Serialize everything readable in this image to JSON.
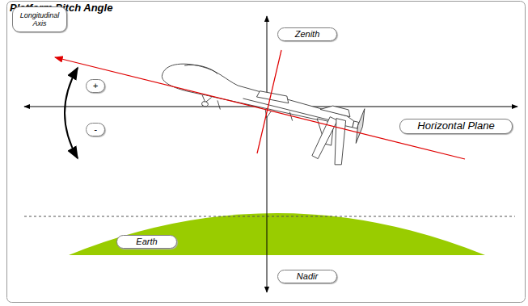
{
  "diagram": {
    "title": "Platform Pitch Angle",
    "nodes": [
      {
        "text": [
          "Longitudinal Axis"
        ]
      },
      {
        "text": [
          "Zenith"
        ]
      },
      {
        "text": [
          "+"
        ]
      },
      {
        "text": [
          "-"
        ]
      },
      {
        "text": [
          "Horizontal Plane"
        ]
      },
      {
        "text": [
          "Earth"
        ]
      },
      {
        "text": [
          "Nadir"
        ]
      }
    ]
  }
}
